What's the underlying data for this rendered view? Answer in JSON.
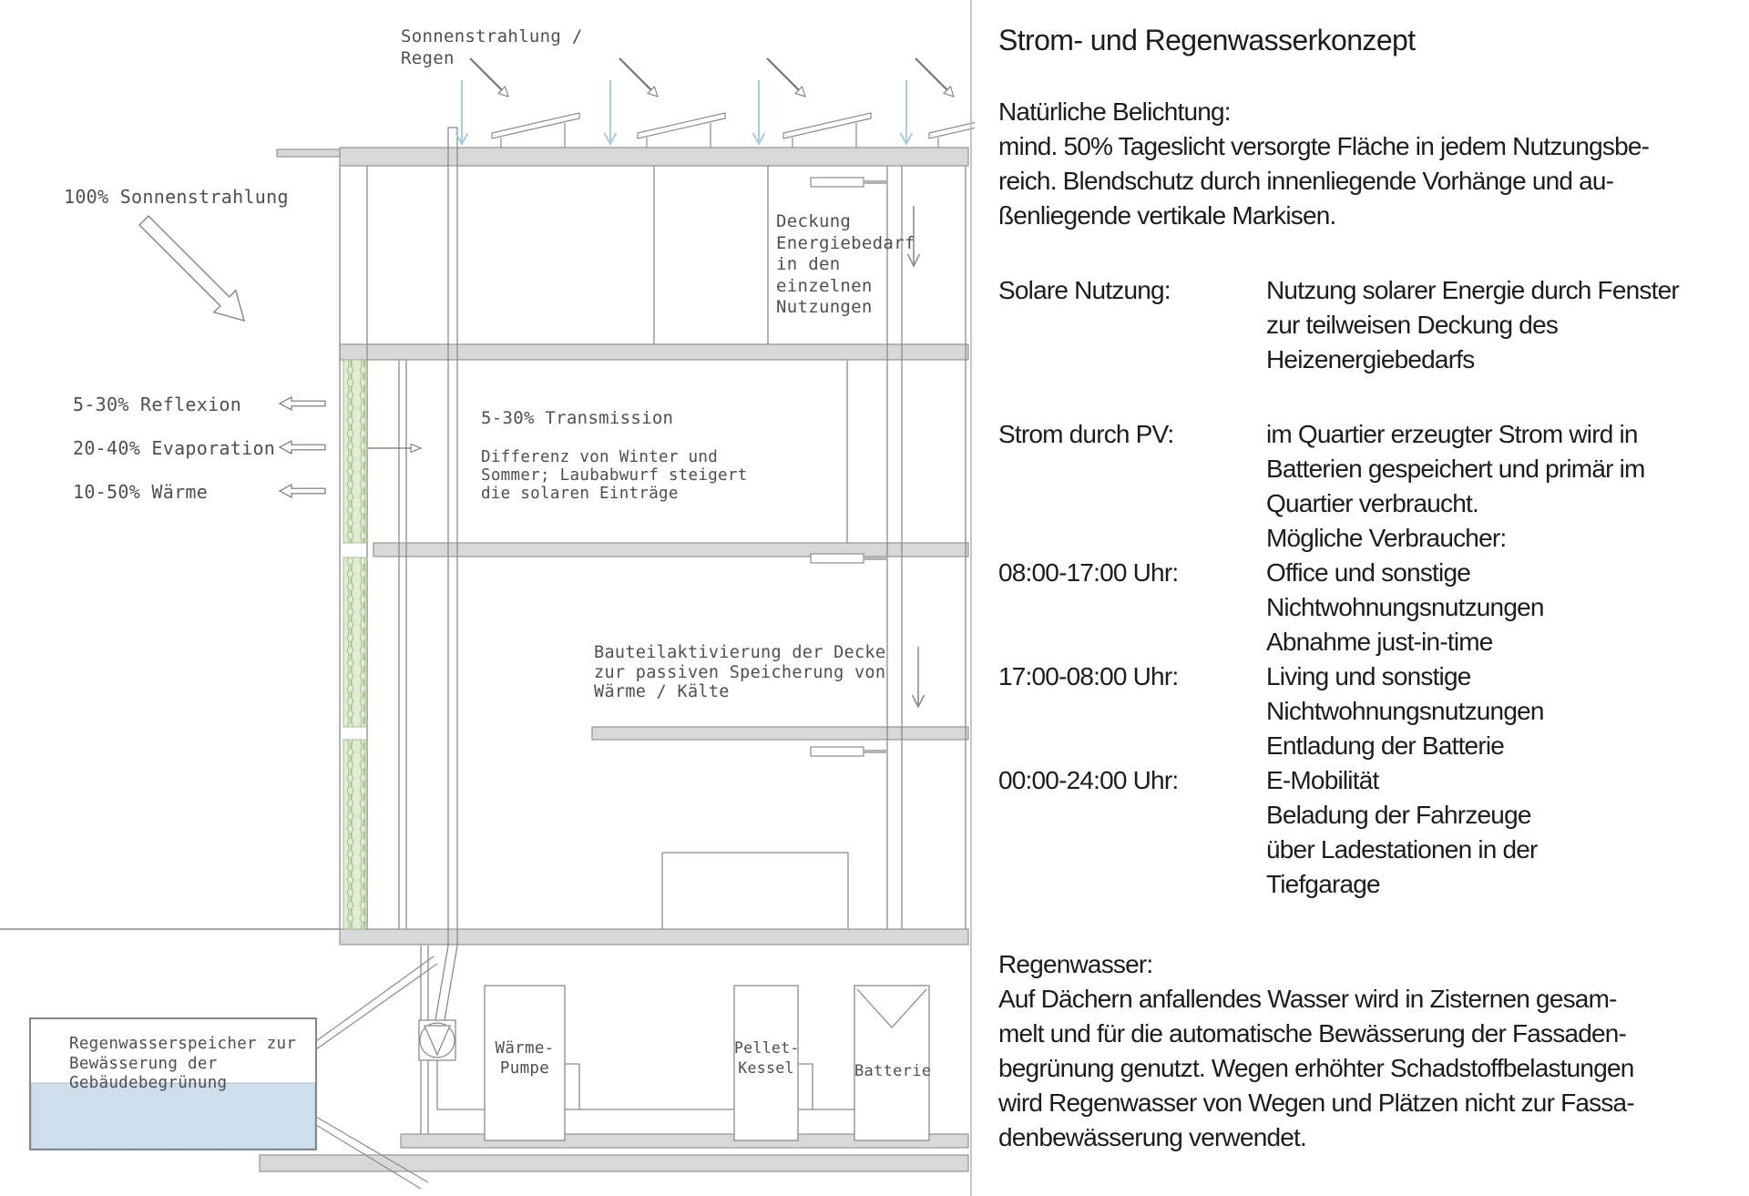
{
  "diagram": {
    "labels": {
      "sun_rain": [
        "Sonnenstrahlung /",
        "Regen"
      ],
      "sun_100": "100% Sonnenstrahlung",
      "reflexion": "5-30% Reflexion",
      "evaporation": "20-40% Evaporation",
      "waerme": "10-50% Wärme",
      "transmission": "5-30% Transmission",
      "transmission_note": [
        "Differenz von Winter und",
        "Sommer; Laubabwurf steigert",
        "die solaren Einträge"
      ],
      "deckung": [
        "Deckung",
        "Energiebedarf",
        "in den",
        "einzelnen",
        "Nutzungen"
      ],
      "bauteil": [
        "Bauteilaktivierung der Decke",
        "zur passiven Speicherung von",
        "Wärme / Kälte"
      ],
      "waermepumpe": [
        "Wärme-",
        "Pumpe"
      ],
      "pelletkessel": [
        "Pellet-",
        "Kessel"
      ],
      "batterie": "Batterie",
      "regenspeicher": [
        "Regenwasserspeicher zur",
        "Bewässerung der",
        "Gebäudebegrünung"
      ]
    },
    "colors": {
      "line_gray": "#8c8c8c",
      "slab_fill": "#d8d8d8",
      "rain_arrow_blue": "#a5cede",
      "water_blue": "#cfdeeb",
      "facade_green": "#e2ebd4",
      "facade_green_stroke": "#a9c28b"
    }
  },
  "panel": {
    "title": "Strom- und Regenwasserkonzept",
    "intro": {
      "heading": "Natürliche Belichtung:",
      "lines": [
        "mind. 50% Tageslicht versorgte Fläche in jedem Nutzungsbe-",
        "reich. Blendschutz durch innenliegende Vorhänge und au-",
        "ßenliegende vertikale Markisen."
      ]
    },
    "sections": [
      {
        "label": "Solare Nutzung:",
        "lines": [
          "Nutzung solarer Energie durch Fenster",
          "zur teilweisen Deckung des",
          "Heizenergiebedarfs"
        ]
      },
      {
        "label": "Strom durch PV:",
        "lines": [
          "im Quartier erzeugter Strom wird in",
          "Batterien gespeichert und primär im",
          "Quartier verbraucht.",
          "Mögliche Verbraucher:"
        ]
      },
      {
        "label": "08:00-17:00 Uhr:",
        "lines": [
          "Office und sonstige",
          "Nichtwohnungsnutzungen",
          "Abnahme just-in-time"
        ]
      },
      {
        "label": "17:00-08:00 Uhr:",
        "lines": [
          "Living und sonstige",
          "Nichtwohnungsnutzungen",
          "Entladung der Batterie"
        ]
      },
      {
        "label": "00:00-24:00 Uhr:",
        "lines": [
          "E-Mobilität",
          "Beladung der Fahrzeuge",
          "über Ladestationen in der",
          "Tiefgarage"
        ]
      }
    ],
    "outro": {
      "heading": "Regenwasser:",
      "lines": [
        "Auf Dächern anfallendes Wasser wird in Zisternen gesam-",
        "melt und für die automatische Bewässerung der Fassaden-",
        "begrünung genutzt. Wegen erhöhter Schadstoffbelastungen",
        "wird Regenwasser von Wegen und Plätzen nicht zur Fassa-",
        "denbewässerung verwendet."
      ]
    }
  }
}
